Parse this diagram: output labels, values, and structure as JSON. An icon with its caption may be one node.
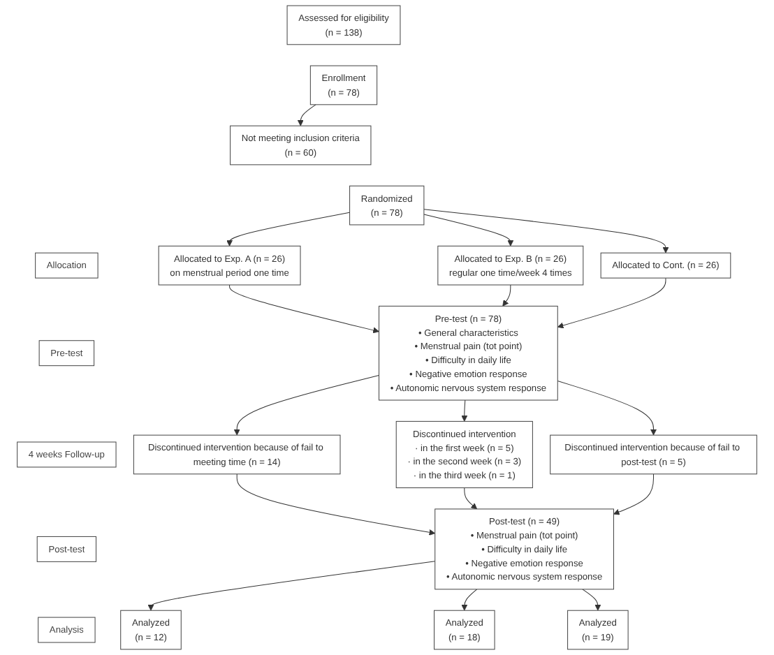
{
  "diagram": {
    "nodes": [
      {
        "text": [
          "Assessed for eligibility",
          "(n = 138)"
        ]
      },
      {
        "text": [
          "Enrollment",
          "(n = 78)"
        ]
      },
      {
        "text": [
          "Not meeting inclusion criteria",
          "(n = 60)"
        ]
      },
      {
        "text": [
          "Randomized",
          "(n = 78)"
        ]
      },
      {
        "text": [
          "Allocation"
        ]
      },
      {
        "text": [
          "Allocated to Exp. A (n = 26)",
          "on menstrual period one time"
        ]
      },
      {
        "text": [
          "Allocated to Exp. B (n = 26)",
          "regular one time/week 4 times"
        ]
      },
      {
        "text": [
          "Allocated to Cont. (n = 26)"
        ]
      },
      {
        "text": [
          "Pre-test"
        ]
      },
      {
        "text": [
          "Pre-test (n = 78)",
          "• General characteristics",
          "• Menstrual pain (tot point)",
          "• Difficulty in daily life",
          "• Negative emotion response",
          "• Autonomic nervous system response"
        ]
      },
      {
        "text": [
          "4 weeks Follow-up"
        ]
      },
      {
        "text": [
          "Discontinued intervention because of fail to meeting time (n = 14)"
        ]
      },
      {
        "text": [
          "Discontinued intervention",
          "· in the first week (n = 5)",
          "· in the second week (n = 3)",
          "· in the third week (n = 1)"
        ]
      },
      {
        "text": [
          "Discontinued intervention because of fail to post-test (n = 5)"
        ]
      },
      {
        "text": [
          "Post-test"
        ]
      },
      {
        "text": [
          "Post-test (n = 49)",
          "• Menstrual pain (tot point)",
          "• Difficulty in daily life",
          "• Negative emotion response",
          "• Autonomic nervous system response"
        ]
      },
      {
        "text": [
          "Analysis"
        ]
      },
      {
        "text": [
          "Analyzed",
          "(n = 12)"
        ]
      },
      {
        "text": [
          "Analyzed",
          "(n = 18)"
        ]
      },
      {
        "text": [
          "Analyzed",
          "(n = 19)"
        ]
      }
    ],
    "edges": [
      {
        "from": 1,
        "to": 2,
        "arrow": "to"
      },
      {
        "from": 3,
        "to": 5,
        "arrow": "to"
      },
      {
        "from": 3,
        "to": 6,
        "arrow": "to"
      },
      {
        "from": 3,
        "to": 7,
        "arrow": "to"
      },
      {
        "from": 5,
        "to": 9,
        "arrow": "to"
      },
      {
        "from": 6,
        "to": 9,
        "arrow": "to"
      },
      {
        "from": 7,
        "to": 9,
        "arrow": "to"
      },
      {
        "from": 9,
        "to": 11,
        "arrow": "to"
      },
      {
        "from": 9,
        "to": 12,
        "arrow": "to"
      },
      {
        "from": 9,
        "to": 13,
        "arrow": "to"
      },
      {
        "from": 11,
        "to": 15,
        "arrow": "to"
      },
      {
        "from": 12,
        "to": 15,
        "arrow": "to"
      },
      {
        "from": 13,
        "to": 15,
        "arrow": "to"
      },
      {
        "from": 15,
        "to": 17,
        "arrow": "to"
      },
      {
        "from": 15,
        "to": 18,
        "arrow": "to"
      },
      {
        "from": 15,
        "to": 19,
        "arrow": "to"
      }
    ]
  }
}
